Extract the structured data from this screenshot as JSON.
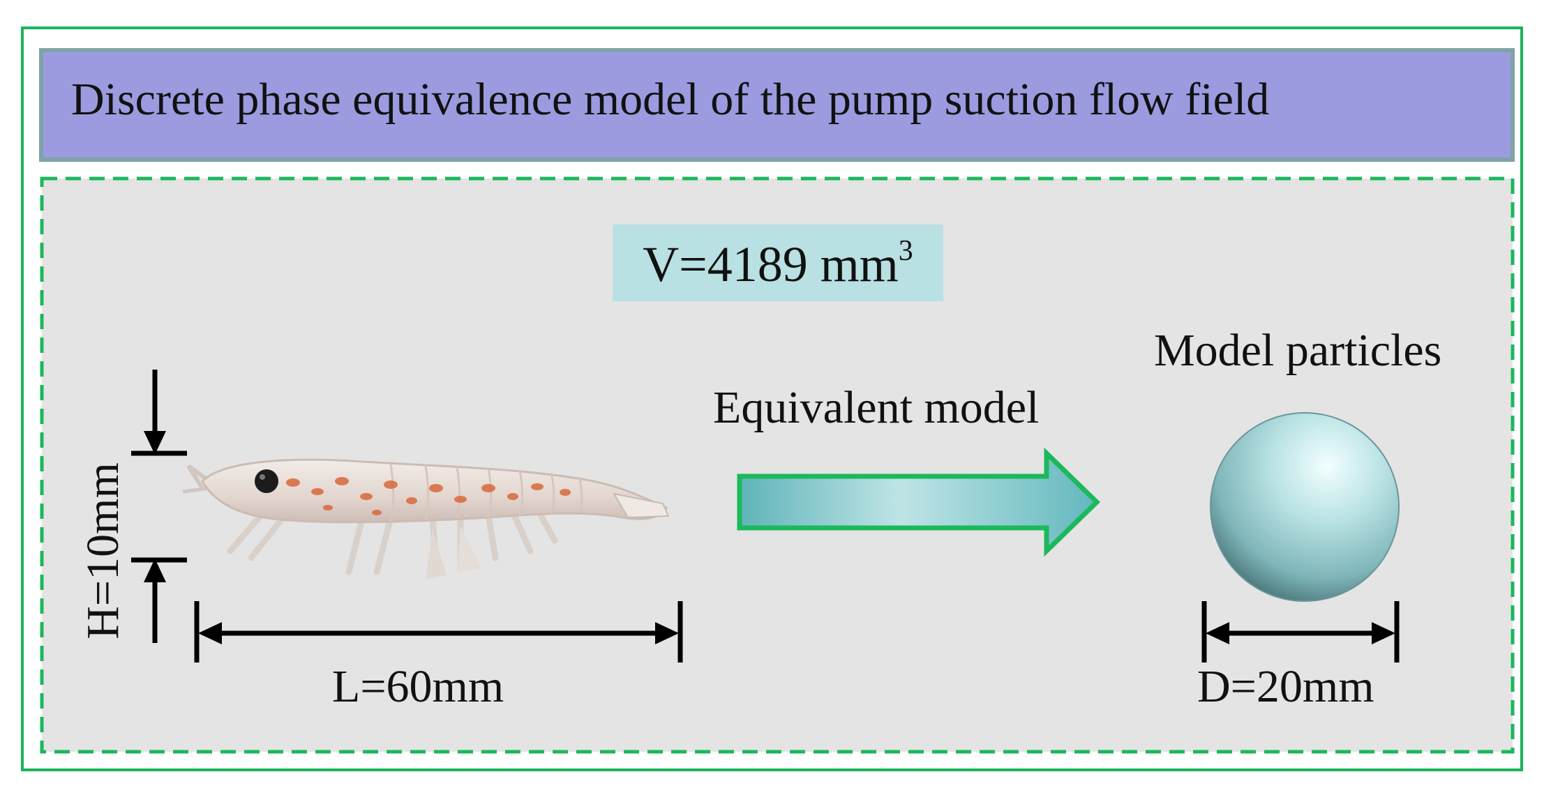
{
  "title": "Discrete phase equivalence model of the pump suction flow field",
  "volume": {
    "prefix": "V=4189 mm",
    "exponent": "3"
  },
  "arrow_label": "Equivalent model",
  "particle_label": "Model particles",
  "dimensions": {
    "height": "H=10mm",
    "length": "L=60mm",
    "diameter": "D=20mm"
  },
  "colors": {
    "frame_green": "#19b35a",
    "header_fill": "#9c9be0",
    "header_border": "#7fa3a6",
    "panel_fill": "#e4e4e4",
    "panel_border": "#1cb85c",
    "volume_fill": "#b9e0e2",
    "arrow_fill": "#5fb9be",
    "sphere_color": "#a9d8db"
  },
  "icons": {
    "krill": "krill-shrimp-illustration",
    "arrow": "right-arrow",
    "sphere": "model-particle-sphere"
  }
}
